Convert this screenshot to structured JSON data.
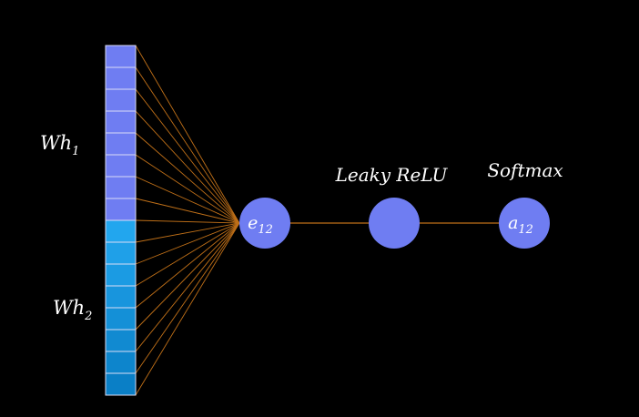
{
  "colors": {
    "background": "#000000",
    "wh1_cell": "#6f7df2",
    "wh2_cell_light": "#22a6ee",
    "wh2_cell_dark": "#0a7fc6",
    "cell_border": "#d9dcf5",
    "edge": "#c07018",
    "node": "#6f7df2",
    "text": "#ffffff"
  },
  "vector": {
    "wh1_cells": 8,
    "wh2_cells": 8
  },
  "labels": {
    "wh1": {
      "main": "Wh",
      "sub": "1"
    },
    "wh2": {
      "main": "Wh",
      "sub": "2"
    },
    "leaky_relu": "Leaky ReLU",
    "softmax": "Softmax"
  },
  "nodes": {
    "e12": {
      "main": "e",
      "sub": "12"
    },
    "relu": {
      "main": ""
    },
    "a12": {
      "main": "a",
      "sub": "12"
    }
  }
}
